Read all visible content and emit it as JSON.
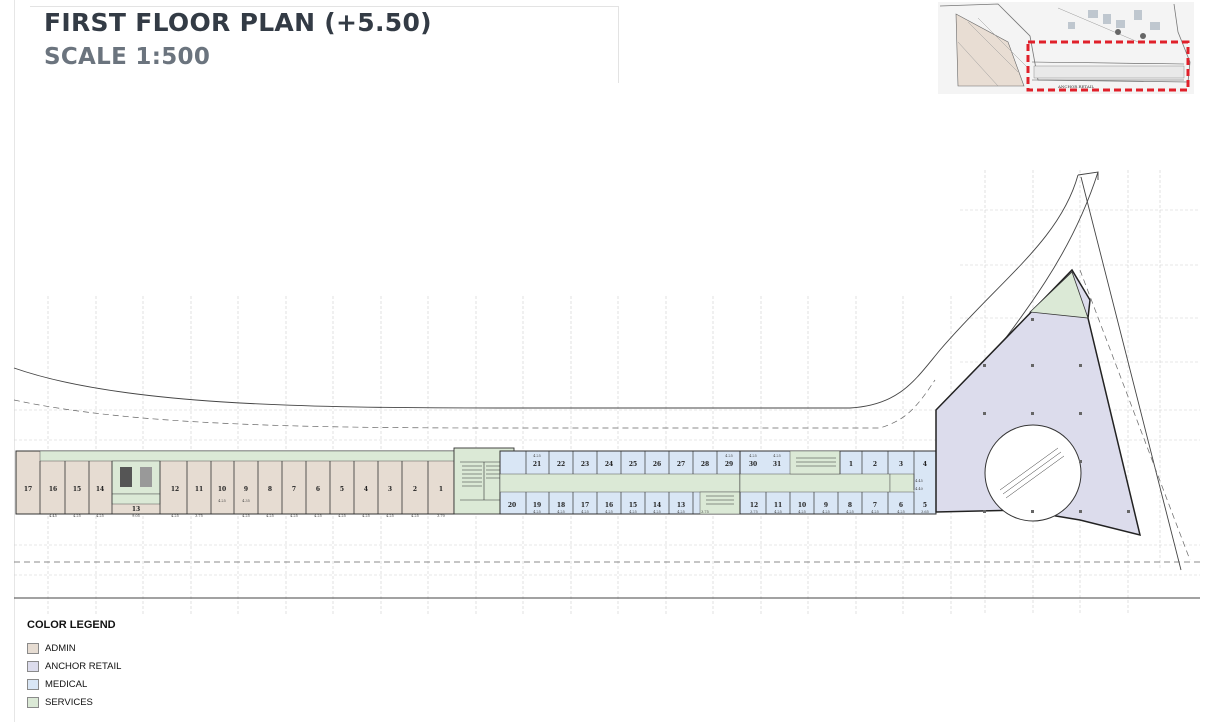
{
  "title": "FIRST FLOOR PLAN (+5.50)",
  "subtitle": "SCALE 1:500",
  "legend": {
    "title": "COLOR LEGEND",
    "items": [
      {
        "label": "ADMIN",
        "color": "#e6dcd2"
      },
      {
        "label": "ANCHOR RETAIL",
        "color": "#dcdcec"
      },
      {
        "label": "MEDICAL",
        "color": "#d9e6f5"
      },
      {
        "label": "SERVICES",
        "color": "#dbe9d6"
      }
    ]
  },
  "keyplan": {
    "label": "ANCHOR RETAIL",
    "highlight_color": "#e0202a"
  },
  "plan": {
    "admin_units": [
      "17",
      "16",
      "15",
      "14",
      "12",
      "11",
      "10",
      "9",
      "8",
      "7",
      "6",
      "5",
      "4",
      "3",
      "2",
      "1"
    ],
    "admin_corridor_unit": "13",
    "medical_west_north": [
      "21",
      "22",
      "23",
      "24",
      "25",
      "26",
      "27",
      "28",
      "29",
      "30",
      "31"
    ],
    "medical_west_south": [
      "20",
      "19",
      "18",
      "17",
      "16",
      "15",
      "14",
      "13"
    ],
    "medical_east_north": [
      "1",
      "2",
      "3",
      "4"
    ],
    "medical_east_south": [
      "12",
      "11",
      "10",
      "9",
      "8",
      "7",
      "6",
      "5"
    ],
    "dims": {
      "admin": [
        "4.45",
        "4.25",
        "4.25",
        "9.05",
        "4.25",
        "3.75",
        "4.25",
        "4.25",
        "4.25",
        "4.25",
        "4.25",
        "4.25",
        "4.25",
        "4.25",
        "3.70"
      ],
      "admin_mid": [
        "4.25",
        "4.35"
      ],
      "medical_west_top": [
        "4.25",
        "4.25",
        "4.25",
        "4.25"
      ],
      "medical_west_bottom": [
        "4.25",
        "4.25",
        "4.25",
        "4.25",
        "4.25",
        "4.25",
        "4.25",
        "3.75"
      ],
      "medical_east_bottom": [
        "3.75",
        "4.25",
        "4.25",
        "4.25",
        "4.25",
        "4.25",
        "4.25",
        "3.65"
      ],
      "medical_east_side": [
        "4.45",
        "4.40"
      ]
    }
  }
}
